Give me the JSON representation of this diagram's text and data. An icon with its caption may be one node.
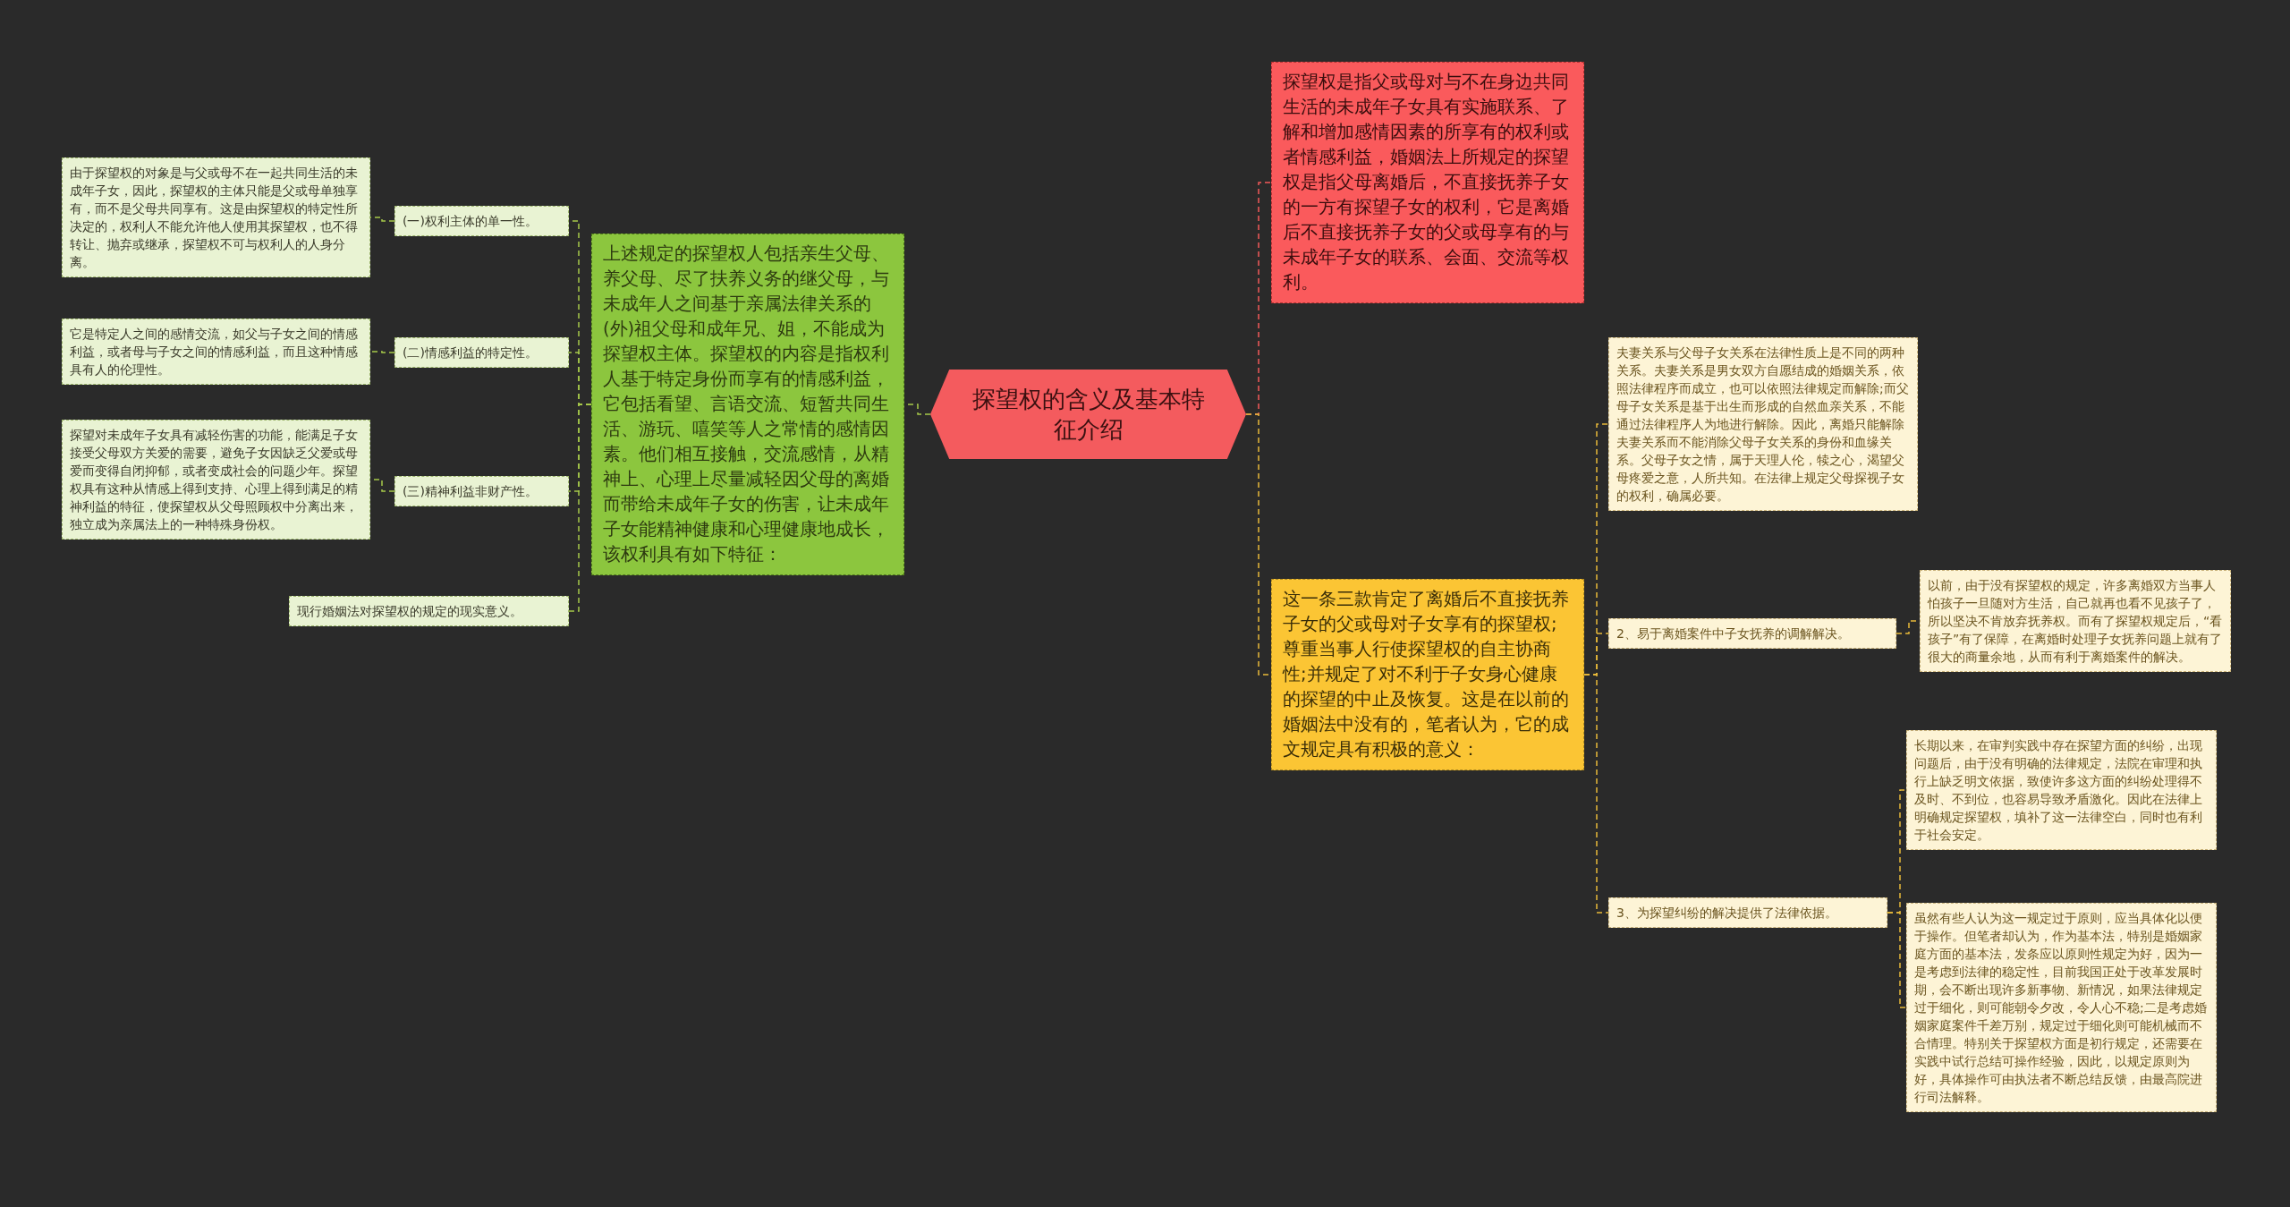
{
  "diagram": {
    "nodes": [
      {
        "text": [
          "探望权的含义及基本特征介绍"
        ]
      },
      {
        "text": [
          "上述规定的探望权人包括亲生父母、养父母、尽了扶养义务的继父母，与未成年人之间基于亲属法律关系的(外)祖父母和成年兄、姐，不能成为探望权主体。探望权的内容是指权利人基于特定身份而享有的情感利益，它包括看望、言语交流、短暂共同生活、游玩、嘻笑等人之常情的感情因素。他们相互接触，交流感情，从精神上、心理上尽量减轻因父母的离婚而带给未成年子女的伤害，让未成年子女能精神健康和心理健康地成长，该权利具有如下特征："
        ]
      },
      {
        "text": [
          "(一)权利主体的单一性。"
        ]
      },
      {
        "text": [
          "由于探望权的对象是与父或母不在一起共同生活的未成年子女，因此，探望权的主体只能是父或母单独享有，而不是父母共同享有。这是由探望权的特定性所决定的，权利人不能允许他人使用其探望权，也不得转让、抛弃或继承，探望权不可与权利人的人身分离。"
        ]
      },
      {
        "text": [
          "(二)情感利益的特定性。"
        ]
      },
      {
        "text": [
          "它是特定人之间的感情交流，如父与子女之间的情感利益，或者母与子女之间的情感利益，而且这种情感具有人的伦理性。"
        ]
      },
      {
        "text": [
          "(三)精神利益非财产性。"
        ]
      },
      {
        "text": [
          "探望对未成年子女具有减轻伤害的功能，能满足子女接受父母双方关爱的需要，避免子女因缺乏父爱或母爱而变得自闭抑郁，或者变成社会的问题少年。探望权具有这种从情感上得到支持、心理上得到满足的精神利益的特征，使探望权从父母照顾权中分离出来，独立成为亲属法上的一种特殊身份权。"
        ]
      },
      {
        "text": [
          "现行婚姻法对探望权的规定的现实意义。"
        ]
      },
      {
        "text": [
          "探望权是指父或母对与不在身边共同生活的未成年子女具有实施联系、了解和增加感情因素的所享有的权利或者情感利益，婚姻法上所规定的探望权是指父母离婚后，不直接抚养子女的一方有探望子女的权利，它是离婚后不直接抚养子女的父或母享有的与未成年子女的联系、会面、交流等权利。"
        ]
      },
      {
        "text": [
          "这一条三款肯定了离婚后不直接抚养子女的父或母对子女享有的探望权;尊重当事人行使探望权的自主协商性;并规定了对不利于子女身心健康的探望的中止及恢复。这是在以前的婚姻法中没有的，笔者认为，它的成文规定具有积极的意义："
        ]
      },
      {
        "text": [
          "夫妻关系与父母子女关系在法律性质上是不同的两种关系。夫妻关系是男女双方自愿结成的婚姻关系，依照法律程序而成立，也可以依照法律规定而解除;而父母子女关系是基于出生而形成的自然血亲关系，不能通过法律程序人为地进行解除。因此，离婚只能解除夫妻关系而不能消除父母子女关系的身份和血缘关系。父母子女之情，属于天理人伦，犊之心，渴望父母疼爱之意，人所共知。在法律上规定父母探视子女的权利，确属必要。"
        ]
      },
      {
        "text": [
          "2、易于离婚案件中子女抚养的调解解决。"
        ]
      },
      {
        "text": [
          "以前，由于没有探望权的规定，许多离婚双方当事人怕孩子一旦随对方生活，自己就再也看不见孩子了，所以坚决不肯放弃抚养权。而有了探望权规定后，“看孩子”有了保障，在离婚时处理子女抚养问题上就有了很大的商量余地，从而有利于离婚案件的解决。"
        ]
      },
      {
        "text": [
          "3、为探望纠纷的解决提供了法律依据。"
        ]
      },
      {
        "text": [
          "长期以来，在审判实践中存在探望方面的纠纷，出现问题后，由于没有明确的法律规定，法院在审理和执行上缺乏明文依据，致使许多这方面的纠纷处理得不及时、不到位，也容易导致矛盾激化。因此在法律上明确规定探望权，填补了这一法律空白，同时也有利于社会安定。"
        ]
      },
      {
        "text": [
          "虽然有些人认为这一规定过于原则，应当具体化以便于操作。但笔者却认为，作为基本法，特别是婚姻家庭方面的基本法，发条应以原则性规定为好，因为一是考虑到法律的稳定性，目前我国正处于改革发展时期，会不断出现许多新事物、新情况，如果法律规定过于细化，则可能朝令夕改，令人心不稳;二是考虑婚姻家庭案件千差万别，规定过于细化则可能机械而不合情理。特别关于探望权方面是初行规定，还需要在实践中试行总结可操作经验，因此，以规定原则为好，具体操作可由执法者不断总结反馈，由最高院进行司法解释。"
        ]
      }
    ],
    "edges": [
      {
        "from": 0,
        "to": 1,
        "arrow": "none",
        "style": "dashed",
        "color": "#a6c94a"
      },
      {
        "from": 1,
        "to": 2,
        "arrow": "none",
        "style": "dashed",
        "color": "#a6c94a"
      },
      {
        "from": 1,
        "to": 4,
        "arrow": "none",
        "style": "dashed",
        "color": "#a6c94a"
      },
      {
        "from": 1,
        "to": 6,
        "arrow": "none",
        "style": "dashed",
        "color": "#a6c94a"
      },
      {
        "from": 1,
        "to": 8,
        "arrow": "none",
        "style": "dashed",
        "color": "#a6c94a"
      },
      {
        "from": 2,
        "to": 3,
        "arrow": "none",
        "style": "dashed",
        "color": "#a6c94a"
      },
      {
        "from": 4,
        "to": 5,
        "arrow": "none",
        "style": "dashed",
        "color": "#a6c94a"
      },
      {
        "from": 6,
        "to": 7,
        "arrow": "none",
        "style": "dashed",
        "color": "#a6c94a"
      },
      {
        "from": 0,
        "to": 9,
        "arrow": "none",
        "style": "dashed",
        "color": "#f25a5a"
      },
      {
        "from": 0,
        "to": 10,
        "arrow": "none",
        "style": "dashed",
        "color": "#e8b93a"
      },
      {
        "from": 10,
        "to": 11,
        "arrow": "none",
        "style": "dashed",
        "color": "#e8b93a"
      },
      {
        "from": 10,
        "to": 12,
        "arrow": "none",
        "style": "dashed",
        "color": "#e8b93a"
      },
      {
        "from": 10,
        "to": 14,
        "arrow": "none",
        "style": "dashed",
        "color": "#e8b93a"
      },
      {
        "from": 12,
        "to": 13,
        "arrow": "none",
        "style": "dashed",
        "color": "#e8b93a"
      },
      {
        "from": 14,
        "to": 15,
        "arrow": "none",
        "style": "dashed",
        "color": "#e8b93a"
      },
      {
        "from": 14,
        "to": 16,
        "arrow": "none",
        "style": "dashed",
        "color": "#e8b93a"
      }
    ]
  }
}
